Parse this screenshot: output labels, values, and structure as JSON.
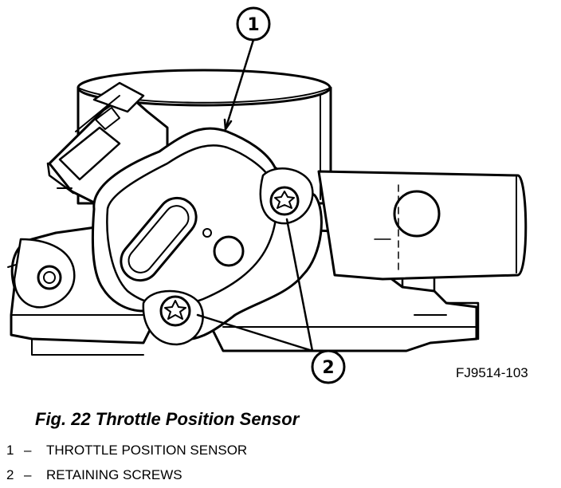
{
  "figure": {
    "code": "FJ9514-103",
    "caption": "Fig. 22 Throttle Position Sensor",
    "callouts": [
      {
        "number": "1"
      },
      {
        "number": "2"
      }
    ]
  },
  "legend": [
    {
      "number": "1",
      "dash": "–",
      "text": "THROTTLE POSITION SENSOR"
    },
    {
      "number": "2",
      "dash": "–",
      "text": "RETAINING SCREWS"
    }
  ],
  "colors": {
    "ink": "#000000",
    "paper": "#ffffff"
  }
}
